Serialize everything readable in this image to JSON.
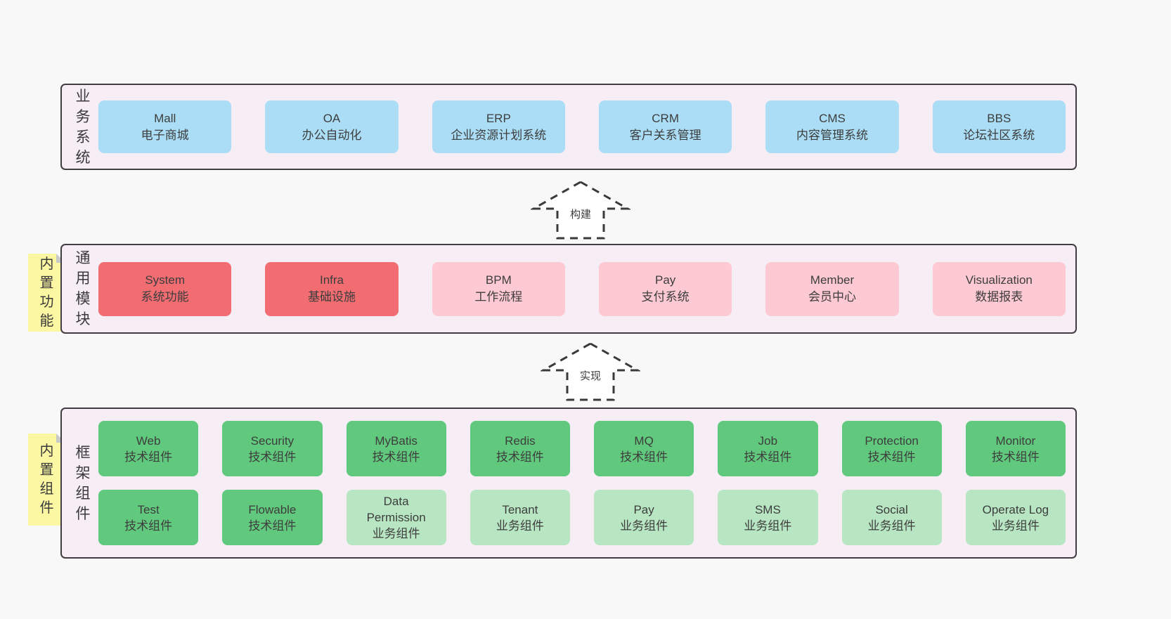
{
  "palette": {
    "page_background": "#f8f8f8",
    "layer_background": "#f6edf5",
    "layer_border": "#413d42",
    "blue_box": "#abdef6",
    "red_box": "#f16d72",
    "pink_box": "#fdc9d3",
    "green_box": "#61c97d",
    "light_green_box": "#b8e6c3",
    "note_yellow": "#fbf7a2",
    "note_fold_gray": "#c8c8c8",
    "text": "#3d3d3d"
  },
  "arrows": [
    {
      "label": "构建"
    },
    {
      "label": "实现"
    }
  ],
  "layers": [
    {
      "label": "业务系统",
      "boxes": [
        {
          "title": "Mall",
          "subtitle": "电子商城"
        },
        {
          "title": "OA",
          "subtitle": "办公自动化"
        },
        {
          "title": "ERP",
          "subtitle": "企业资源计划系统"
        },
        {
          "title": "CRM",
          "subtitle": "客户关系管理"
        },
        {
          "title": "CMS",
          "subtitle": "内容管理系统"
        },
        {
          "title": "BBS",
          "subtitle": "论坛社区系统"
        }
      ]
    },
    {
      "label": "通用模块",
      "note": "内置功能",
      "boxes": [
        {
          "title": "System",
          "subtitle": "系统功能"
        },
        {
          "title": "Infra",
          "subtitle": "基础设施"
        },
        {
          "title": "BPM",
          "subtitle": "工作流程"
        },
        {
          "title": "Pay",
          "subtitle": "支付系统"
        },
        {
          "title": "Member",
          "subtitle": "会员中心"
        },
        {
          "title": "Visualization",
          "subtitle": "数据报表"
        }
      ]
    },
    {
      "label": "框架组件",
      "note": "内置组件",
      "rows": [
        [
          {
            "title": "Web",
            "subtitle": "技术组件"
          },
          {
            "title": "Security",
            "subtitle": "技术组件"
          },
          {
            "title": "MyBatis",
            "subtitle": "技术组件"
          },
          {
            "title": "Redis",
            "subtitle": "技术组件"
          },
          {
            "title": "MQ",
            "subtitle": "技术组件"
          },
          {
            "title": "Job",
            "subtitle": "技术组件"
          },
          {
            "title": "Protection",
            "subtitle": "技术组件"
          },
          {
            "title": "Monitor",
            "subtitle": "技术组件"
          }
        ],
        [
          {
            "title": "Test",
            "subtitle": "技术组件"
          },
          {
            "title": "Flowable",
            "subtitle": "技术组件"
          },
          {
            "title": "Data Permission",
            "subtitle": "业务组件"
          },
          {
            "title": "Tenant",
            "subtitle": "业务组件"
          },
          {
            "title": "Pay",
            "subtitle": "业务组件"
          },
          {
            "title": "SMS",
            "subtitle": "业务组件"
          },
          {
            "title": "Social",
            "subtitle": "业务组件"
          },
          {
            "title": "Operate Log",
            "subtitle": "业务组件"
          }
        ]
      ]
    }
  ]
}
